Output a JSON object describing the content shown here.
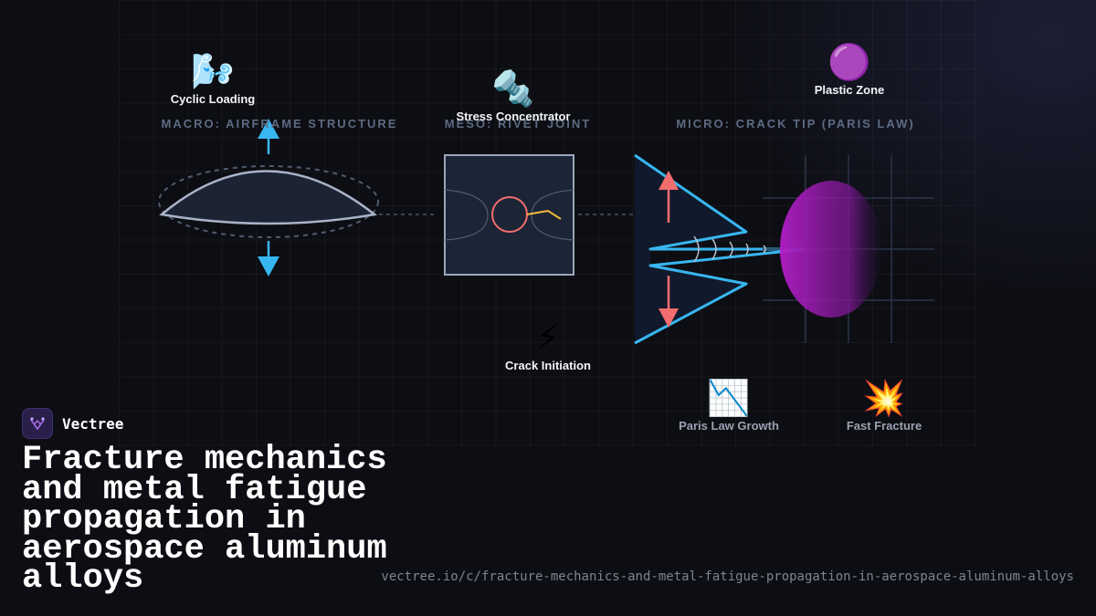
{
  "sections": [
    {
      "label": "MACRO: AIRFRAME STRUCTURE"
    },
    {
      "label": "MESO: RIVET JOINT"
    },
    {
      "label": "MICRO: CRACK TIP (PARIS LAW)"
    }
  ],
  "callouts": [
    {
      "icon": "wind-icon",
      "emoji": "🌬️",
      "label": "Cyclic Loading"
    },
    {
      "icon": "nut-and-bolt-icon",
      "emoji": "🔩",
      "label": "Stress Concentrator"
    },
    {
      "icon": "lightning-icon",
      "emoji": "⚡",
      "label": "Crack Initiation"
    },
    {
      "icon": "purple-circle-icon",
      "emoji": "🟣",
      "label": "Plastic Zone"
    },
    {
      "icon": "chart-decreasing-icon",
      "emoji": "📉",
      "label": "Paris Law Growth"
    },
    {
      "icon": "collision-icon",
      "emoji": "💥",
      "label": "Fast Fracture"
    }
  ],
  "colors": {
    "load_arrow": "#38b6f0",
    "crack_stress_arrow": "#f26d6d",
    "plastic_zone": "#b31ec8",
    "crack_line": "#f5b93a"
  },
  "brand": {
    "name": "Vectree"
  },
  "title": "Fracture mechanics and metal fatigue propagation in aerospace aluminum alloys",
  "url": "vectree.io/c/fracture-mechanics-and-metal-fatigue-propagation-in-aerospace-aluminum-alloys"
}
